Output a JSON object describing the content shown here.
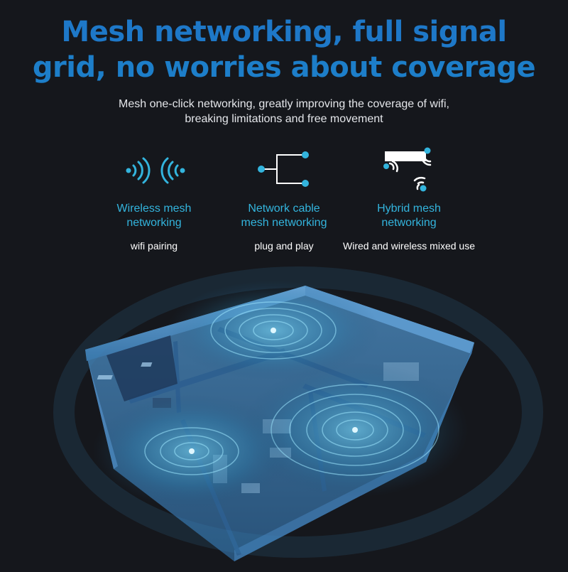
{
  "headline": {
    "line1": "Mesh networking, full signal",
    "line2": "grid, no worries about coverage"
  },
  "subtitle": {
    "line1": "Mesh one-click networking, greatly improving the coverage of wifi,",
    "line2": "breaking limitations and free movement"
  },
  "features": [
    {
      "icon": "wireless-signal-icon",
      "title1": "Wireless mesh",
      "title2": "networking",
      "desc": "wifi pairing"
    },
    {
      "icon": "network-cable-icon",
      "title1": "Network cable",
      "title2": "mesh networking",
      "desc": "plug and play"
    },
    {
      "icon": "hybrid-mesh-icon",
      "title1": "Hybrid mesh",
      "title2": "networking",
      "desc": "Wired and wireless mixed use"
    }
  ],
  "colors": {
    "background": "#15171c",
    "headline": "#1e78c8",
    "accent": "#33b4dd",
    "floor": "#3c6f9e"
  }
}
